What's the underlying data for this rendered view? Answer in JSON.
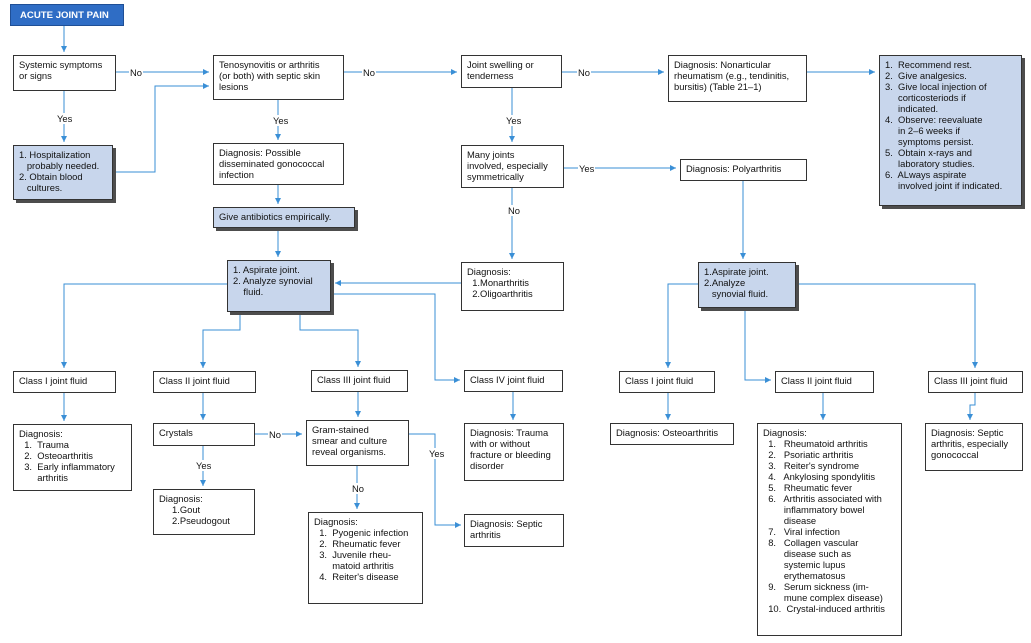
{
  "title": "ACUTE JOINT PAIN",
  "nodes": {
    "systemic": [
      "Systemic symptoms",
      "or signs"
    ],
    "hospitalization": [
      "1. Hospitalization",
      "   probably needed.",
      "2. Obtain blood",
      "   cultures."
    ],
    "tenosynovitis": [
      "Tenosynovitis or arthritis",
      "(or both) with septic skin",
      "lesions"
    ],
    "diag_gonococcal": [
      "Diagnosis: Possible",
      "disseminated gonococcal",
      "infection"
    ],
    "antibiotics": [
      "Give antibiotics empirically."
    ],
    "aspirate1": [
      "1. Aspirate joint.",
      "2. Analyze synovial",
      "    fluid."
    ],
    "joint_swelling": [
      "Joint swelling or",
      "tenderness"
    ],
    "many_joints": [
      "Many joints",
      "involved, especially",
      "symmetrically"
    ],
    "diag_mono": [
      "Diagnosis:",
      "  1.Monarthritis",
      "  2.Oligoarthritis"
    ],
    "diag_nonarticular": [
      "Diagnosis: Nonarticular",
      "rheumatism (e.g., tendinitis,",
      "bursitis) (Table 21–1)"
    ],
    "recommend": [
      "1.  Recommend rest.",
      "2.  Give analgesics.",
      "3.  Give local injection of",
      "     corticosteriods if",
      "     indicated.",
      "4.  Observe: reevaluate",
      "     in 2–6 weeks if",
      "     symptoms persist.",
      "5.  Obtain x-rays and",
      "     laboratory studies.",
      "6.  ALways aspirate",
      "     involved joint if indicated."
    ],
    "diag_poly": [
      "Diagnosis: Polyarthritis"
    ],
    "aspirate2": [
      "1.Aspirate joint.",
      "2.Analyze",
      "   synovial fluid."
    ],
    "class1_left": [
      "Class I joint fluid"
    ],
    "class2_left": [
      "Class II joint fluid"
    ],
    "class3_left": [
      "Class III joint fluid"
    ],
    "class4": [
      "Class IV joint fluid"
    ],
    "diag_trauma": [
      "Diagnosis:",
      "  1.  Trauma",
      "  2.  Osteoarthritis",
      "  3.  Early inflammatory",
      "       arthritis"
    ],
    "crystals": [
      "Crystals"
    ],
    "diag_gout": [
      "Diagnosis:",
      "     1.Gout",
      "     2.Pseudogout"
    ],
    "gram": [
      "Gram-stained",
      "smear and culture",
      "reveal organisms."
    ],
    "diag_pyogenic": [
      "Diagnosis:",
      "  1.  Pyogenic infection",
      "  2.  Rheumatic fever",
      "  3.  Juvenile rheu-",
      "       matoid arthritis",
      "  4.  Reiter's disease"
    ],
    "diag_septic": [
      "Diagnosis: Septic",
      "arthritis"
    ],
    "diag_fracture": [
      "Diagnosis: Trauma",
      "with or without",
      "fracture or bleeding",
      "disorder"
    ],
    "class1_right": [
      "Class I joint fluid"
    ],
    "diag_osteo": [
      "Diagnosis: Osteoarthritis"
    ],
    "class2_right": [
      "Class II joint fluid"
    ],
    "diag_rheum": [
      "Diagnosis:",
      "  1.   Rheumatoid arthritis",
      "  2.   Psoriatic arthritis",
      "  3.   Reiter's syndrome",
      "  4.   Ankylosing spondylitis",
      "  5.   Rheumatic fever",
      "  6.   Arthritis associated with",
      "        inflammatory bowel",
      "        disease",
      "  7.   Viral infection",
      "  8.   Collagen vascular",
      "        disease such as",
      "        systemic lupus",
      "        erythematosus",
      "  9.   Serum sickness (im-",
      "        mune complex disease)",
      "  10.  Crystal-induced arthritis"
    ],
    "class3_right": [
      "Class III joint fluid"
    ],
    "diag_septic_gono": [
      "Diagnosis: Septic",
      "arthritis, especially",
      "gonococcal"
    ]
  },
  "edge_labels": {
    "no1": "No",
    "no2": "No",
    "no3": "No",
    "yes1": "Yes",
    "yes2": "Yes",
    "yes3": "Yes",
    "no4": "No",
    "no_crystals": "No",
    "yes_crystals": "Yes",
    "no_gram": "No",
    "yes_gram": "Yes"
  },
  "colors": {
    "arrow": "#3a8fd6",
    "shaded_fill": "#c8d6ec",
    "title_fill": "#2f6dc5"
  }
}
